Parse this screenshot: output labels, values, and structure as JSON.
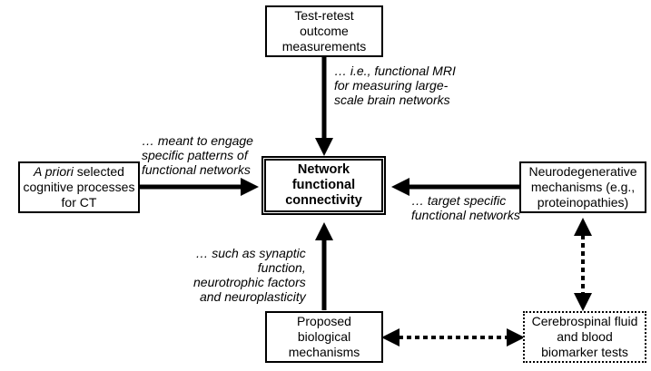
{
  "nodes": {
    "center": "Network\nfunctional\nconnectivity",
    "top": "Test-retest\noutcome\nmeasurements",
    "left_italic": "A priori",
    "left_rest": " selected\ncognitive processes\nfor CT",
    "right": "Neurodegenerative\nmechanisms (e.g.,\nproteinopathies)",
    "bottom": "Proposed\nbiological\nmechanisms",
    "bottom_right": "Cerebrospinal fluid\nand blood\nbiomarker tests"
  },
  "annotations": {
    "top": "… i.e., functional MRI\nfor measuring large-\nscale brain networks",
    "left": "… meant to engage\nspecific patterns of\nfunctional networks",
    "right": "… target specific\nfunctional networks",
    "bottom": "… such as synaptic\nfunction,\nneurotrophic factors\nand neuroplasticity"
  }
}
